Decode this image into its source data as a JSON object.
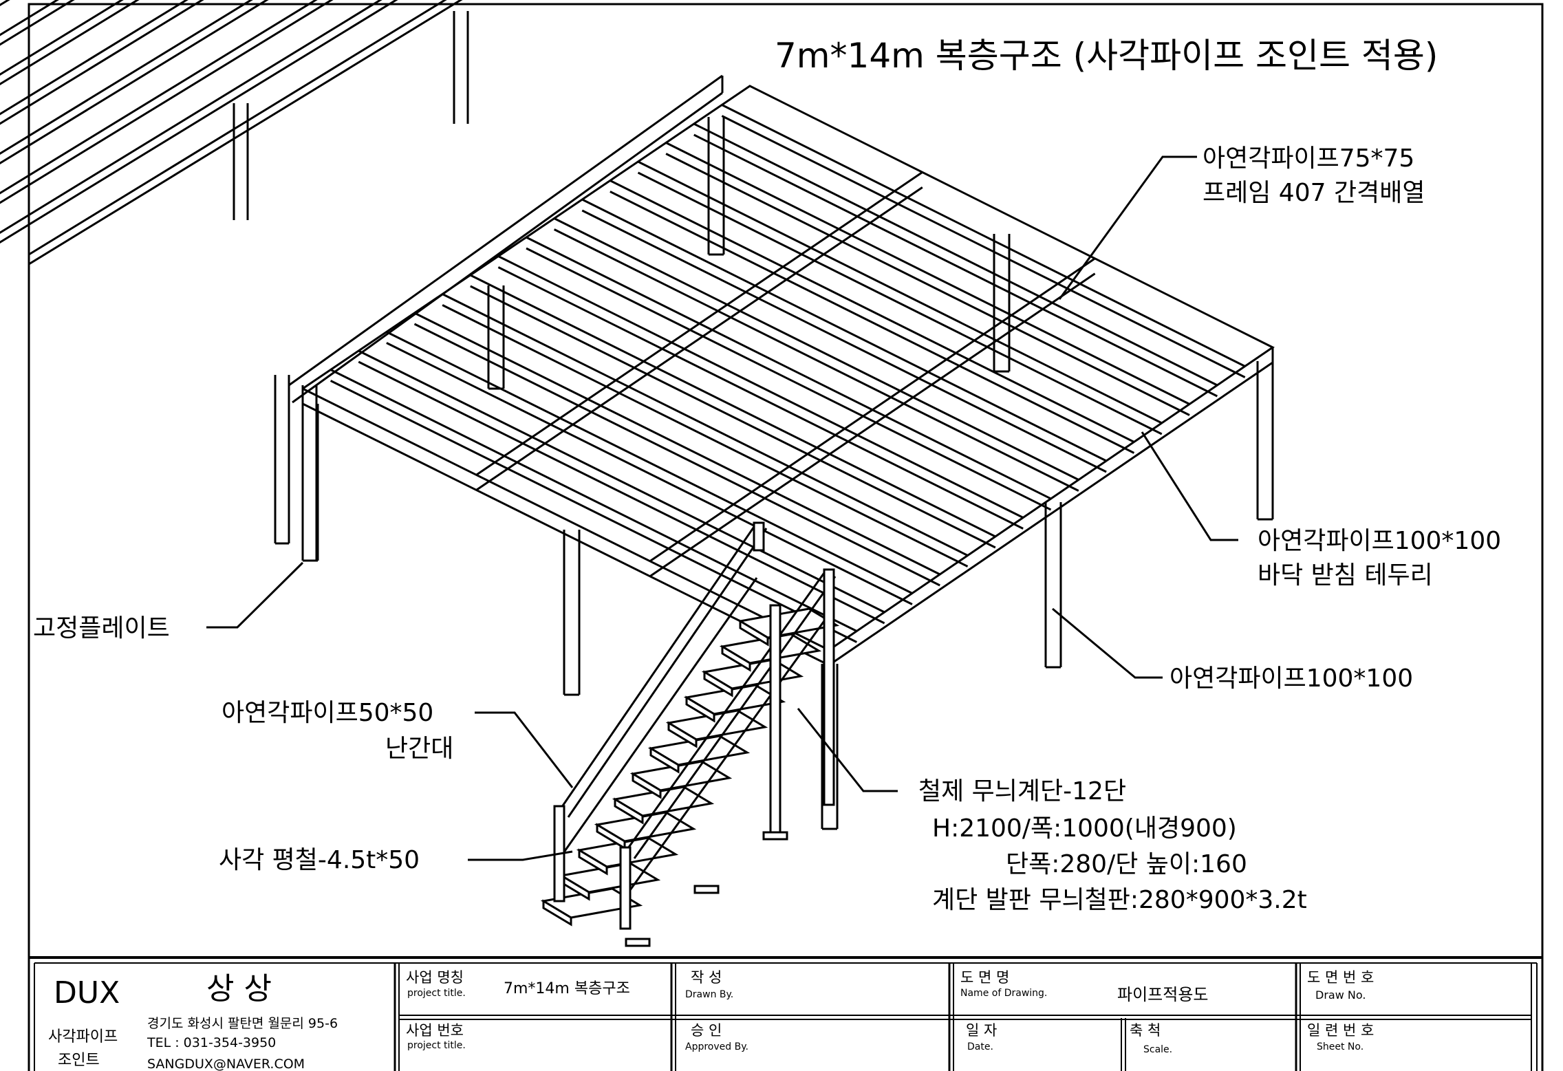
{
  "title": "7m*14m 복층구조  (사각파이프 조인트 적용)",
  "callouts": {
    "frame_pipe": {
      "line1": "아연각파이프75*75",
      "line2": "프레임 407 간격배열"
    },
    "floor_edge": {
      "line1": "아연각파이프100*100",
      "line2": "바닥 받침 테두리"
    },
    "post": {
      "line1": "아연각파이프100*100"
    },
    "fix_plate": {
      "line1": "고정플레이트"
    },
    "handrail": {
      "line1": "아연각파이프50*50",
      "line2": "난간대"
    },
    "flat_bar": {
      "line1": "사각 평철-4.5t*50"
    },
    "stair": {
      "line1": "철제 무늬계단-12단",
      "line2": "H:2100/폭:1000(내경900)",
      "line3": "단폭:280/단 높이:160",
      "line4": "계단 발판 무늬철판:280*900*3.2t"
    }
  },
  "title_block": {
    "company": {
      "logo": "DUX",
      "name": "상 상",
      "sub1": "사각파이프",
      "sub2": "조인트"
    },
    "address": "경기도 화성시 팔탄면 월문리 95-6",
    "tel": "TEL : 031-354-3950",
    "email": "SANGDUX@NAVER.COM",
    "project_title_label": "사업 명칭",
    "project_title_sub": "project title.",
    "project_title_value": "7m*14m 복층구조",
    "project_no_label": "사업 번호",
    "project_no_sub": "project title.",
    "drawn_label": "작  성",
    "drawn_sub": "Drawn By.",
    "approved_label": "승  인",
    "approved_sub": "Approved By.",
    "drawing_name_label": "도 면 명",
    "drawing_name_sub": "Name of Drawing.",
    "drawing_name_value": "파이프적용도",
    "date_label": "일  자",
    "date_sub": "Date.",
    "scale_label": "축  척",
    "scale_sub": "Scale.",
    "draw_no_label": "도 면 번 호",
    "draw_no_sub": "Draw No.",
    "sheet_no_label": "일 련 번 호",
    "sheet_no_sub": "Sheet No."
  }
}
